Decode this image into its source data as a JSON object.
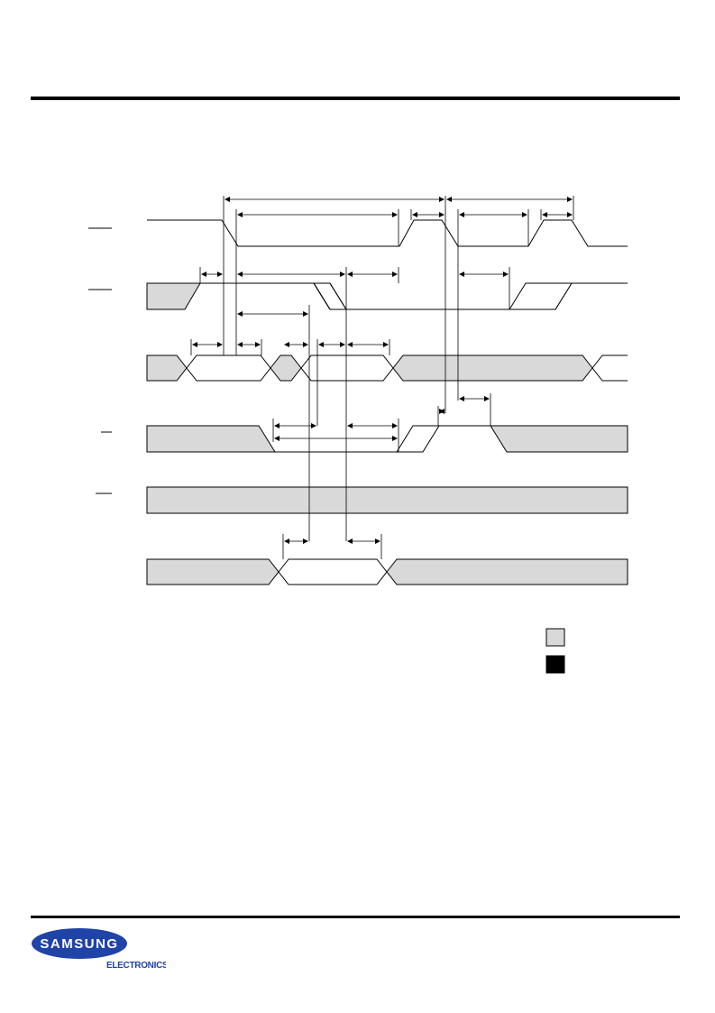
{
  "colors": {
    "undefined_fill": "#d9d9d9",
    "line": "#000000",
    "logo_blue": "#1f43a6",
    "logo_text": "#ffffff",
    "sub_text": "#1f43a6"
  },
  "legend": [
    {
      "name": "legend-gray-swatch",
      "color": "#d9d9d9"
    },
    {
      "name": "legend-black-swatch",
      "color": "#000000"
    }
  ],
  "footer": {
    "logo_text": "SAMSUNG",
    "logo_subtext": "ELECTRONICS"
  }
}
